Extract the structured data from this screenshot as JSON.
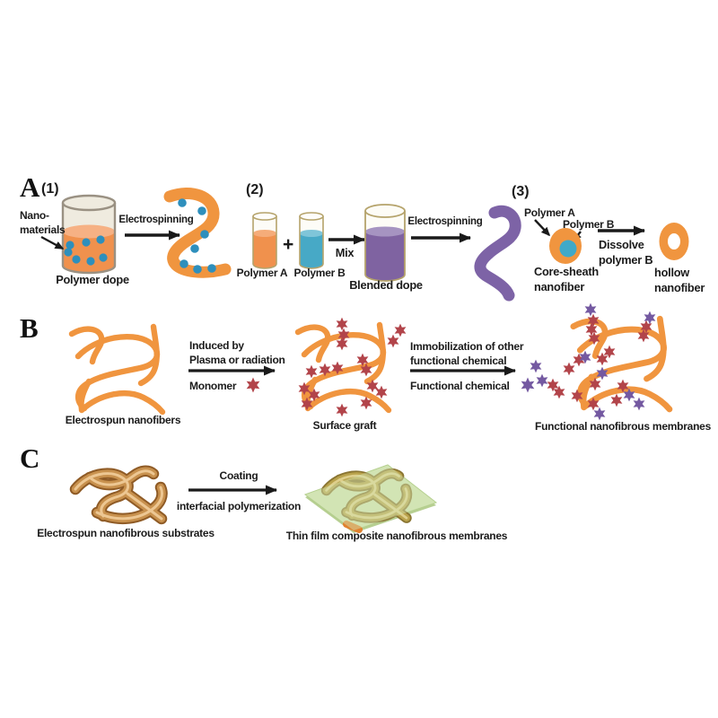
{
  "colors": {
    "fiber_orange": "#F0953F",
    "dot_blue": "#2E8FBC",
    "polymer_b_blue": "#47A9C6",
    "blend_purple": "#7F63A1",
    "squiggle_purple": "#7D63A6",
    "core_blue": "#3FA9C9",
    "red_star": "#B2444A",
    "purple_star": "#7459A1",
    "glass_cream": "#EFEBDF",
    "film_green": "#D2E4B4",
    "fiber_brown": "#C8914E",
    "arrow_black": "#1A1A1A"
  },
  "panelA": {
    "label": "A",
    "step1": {
      "number": "(1)",
      "nano_label_line1": "Nano-",
      "nano_label_line2": "materials",
      "dope_label": "Polymer dope",
      "arrow_label": "Electrospinning"
    },
    "step2": {
      "number": "(2)",
      "polymer_a_label": "Polymer A",
      "plus": "+",
      "polymer_b_label": "Polymer B",
      "mix_label": "Mix",
      "blend_label": "Blended dope",
      "arrow_label": "Electrospinning"
    },
    "step3": {
      "number": "(3)",
      "polymer_a_label": "Polymer A",
      "polymer_b_label": "Polymer B",
      "core_label_line1": "Core-sheath",
      "core_label_line2": "nanofiber",
      "dissolve_line1": "Dissolve",
      "dissolve_line2": "polymer B",
      "hollow_line1": "hollow",
      "hollow_line2": "nanofiber"
    }
  },
  "panelB": {
    "label": "B",
    "fibers_caption": "Electrospun nanofibers",
    "arrow1_above_line1": "Induced by",
    "arrow1_above_line2": "Plasma or radiation",
    "arrow1_below": "Monomer",
    "graft_caption": "Surface graft",
    "arrow2_above_line1": "Immobilization of other",
    "arrow2_above_line2": "functional chemical",
    "arrow2_below": "Functional chemical",
    "membranes_caption": "Functional nanofibrous membranes"
  },
  "panelC": {
    "label": "C",
    "substrate_caption": "Electrospun nanofibrous substrates",
    "arrow_above": "Coating",
    "arrow_below": "interfacial polymerization",
    "membranes_caption": "Thin film composite nanofibrous membranes"
  }
}
